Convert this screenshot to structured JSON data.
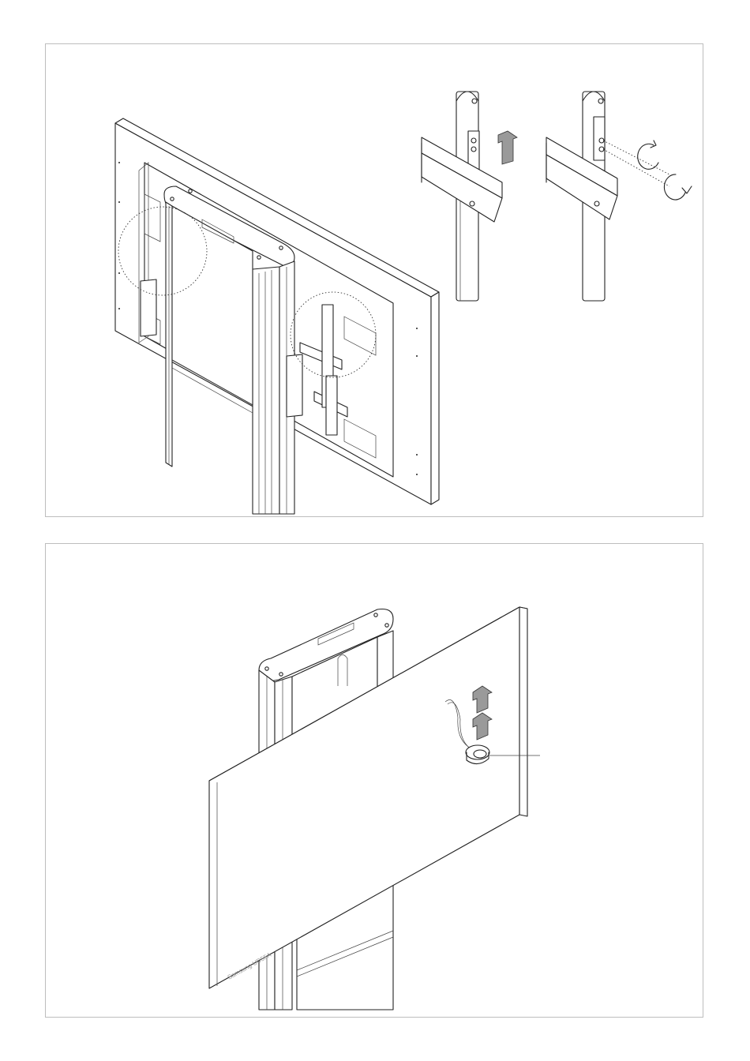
{
  "figure": {
    "panels": [
      {
        "id": "top",
        "description_icons": [
          "display-panel-back-icon",
          "stand-column-icon",
          "bracket-detail-icon",
          "lift-arrow-icon",
          "rotate-screw-icon"
        ]
      },
      {
        "id": "bottom",
        "description_icons": [
          "display-panel-front-icon",
          "stand-column-icon",
          "lift-arrow-icon",
          "cable-clip-icon"
        ]
      }
    ],
    "brand_mark": "Samsung UD55A",
    "colors": {
      "line": "#222222",
      "frame": "#bdbdbd",
      "arrow_fill": "#9a9a9a"
    }
  }
}
